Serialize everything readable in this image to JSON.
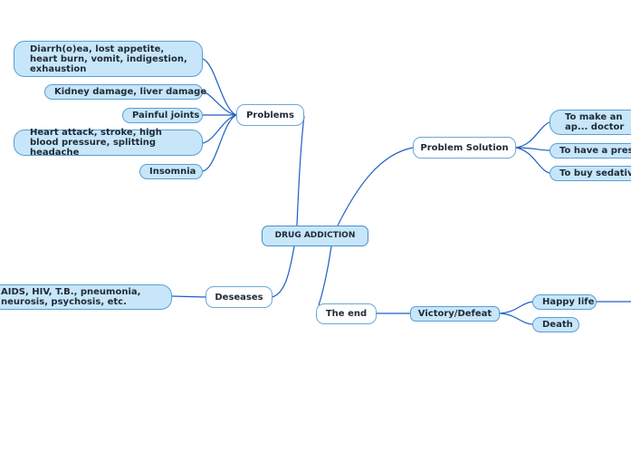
{
  "root": {
    "label": "DRUG ADDICTION"
  },
  "branches": {
    "problems": {
      "label": "Problems",
      "items": [
        "Diarrh(o)ea, lost appetite, heart burn, vomit, indigestion, exhaustion",
        "Kidney damage, liver damage",
        "Painful joints",
        "Heart attack, stroke, high blood pressure, splitting headache",
        "Insomnia"
      ]
    },
    "solution": {
      "label": "Problem Solution",
      "items": [
        "To make an ap... doctor",
        "To have a presc...",
        "To buy sedative..."
      ]
    },
    "deseases": {
      "label": "Deseases",
      "items": [
        "AIDS, HIV, T.B., pneumonia, neurosis, psychosis, etc."
      ]
    },
    "end": {
      "label": "The end",
      "sub": {
        "label": "Victory/Defeat",
        "items": [
          "Happy life",
          "Death"
        ]
      }
    }
  },
  "colors": {
    "node_fill": "#c7e6f9",
    "node_border": "#5a9fd4",
    "link": "#1f5fc4"
  }
}
